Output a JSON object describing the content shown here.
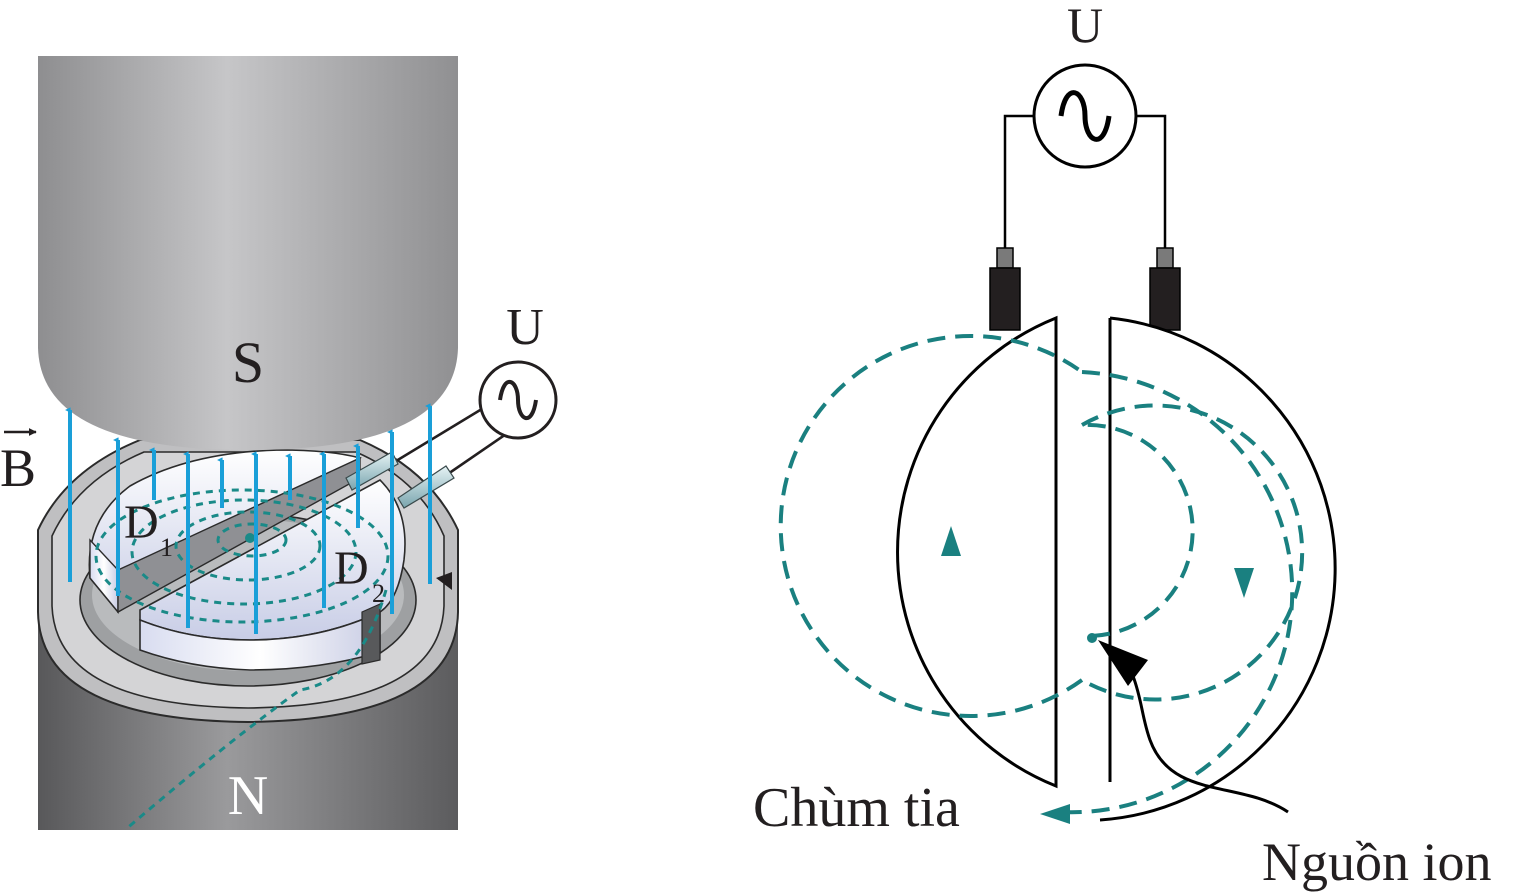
{
  "left_figure": {
    "south_pole_label": "S",
    "north_pole_label": "N",
    "field_label": "B",
    "dee1_label": "D",
    "dee1_subscript": "1",
    "dee2_label": "D",
    "dee2_subscript": "2",
    "voltage_label": "U",
    "colors": {
      "field_lines": "#1a9fd8",
      "ion_path": "#1a8a88",
      "magnet": "#8a8a8c"
    }
  },
  "right_figure": {
    "voltage_label": "U",
    "beam_label": "Chùm tia",
    "ion_source_label": "Nguồn ion",
    "colors": {
      "ion_path": "#1a8080",
      "outline": "#000000"
    }
  }
}
